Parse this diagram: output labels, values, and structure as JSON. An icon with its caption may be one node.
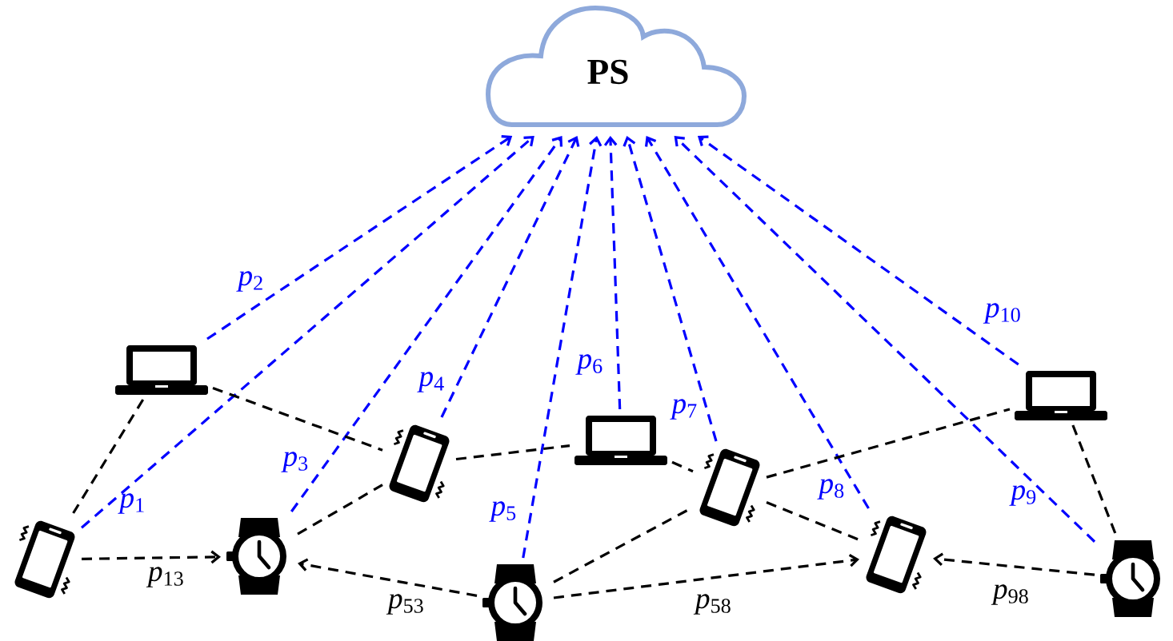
{
  "diagram": {
    "nodes": [
      {
        "text": [
          "PS"
        ]
      },
      {
        "text": [],
        "shape": "phone"
      },
      {
        "text": [],
        "shape": "laptop"
      },
      {
        "text": [],
        "shape": "watch"
      },
      {
        "text": [],
        "shape": "phone"
      },
      {
        "text": [],
        "shape": "watch"
      },
      {
        "text": [],
        "shape": "laptop"
      },
      {
        "text": [],
        "shape": "phone"
      },
      {
        "text": [],
        "shape": "phone"
      },
      {
        "text": [],
        "shape": "laptop"
      },
      {
        "text": [],
        "shape": "watch"
      }
    ],
    "edges": [
      {
        "from": 1,
        "to": 0,
        "arrow": "to",
        "label": "*p*$_{1}$",
        "style": "dashed",
        "color": "#0000ff"
      },
      {
        "from": 2,
        "to": 0,
        "arrow": "to",
        "label": "*p*$_{2}$",
        "style": "dashed",
        "color": "#0000ff"
      },
      {
        "from": 3,
        "to": 0,
        "arrow": "to",
        "label": "*p*$_{3}$",
        "style": "dashed",
        "color": "#0000ff"
      },
      {
        "from": 4,
        "to": 0,
        "arrow": "to",
        "label": "*p*$_{4}$",
        "style": "dashed",
        "color": "#0000ff"
      },
      {
        "from": 5,
        "to": 0,
        "arrow": "to",
        "label": "*p*$_{5}$",
        "style": "dashed",
        "color": "#0000ff"
      },
      {
        "from": 6,
        "to": 0,
        "arrow": "to",
        "label": "*p*$_{6}$",
        "style": "dashed",
        "color": "#0000ff"
      },
      {
        "from": 7,
        "to": 0,
        "arrow": "to",
        "label": "*p*$_{7}$",
        "style": "dashed",
        "color": "#0000ff"
      },
      {
        "from": 8,
        "to": 0,
        "arrow": "to",
        "label": "*p*$_{8}$",
        "style": "dashed",
        "color": "#0000ff"
      },
      {
        "from": 10,
        "to": 0,
        "arrow": "to",
        "label": "*p*$_{9}$",
        "style": "dashed",
        "color": "#0000ff"
      },
      {
        "from": 9,
        "to": 0,
        "arrow": "to",
        "label": "*p*$_{10}$",
        "style": "dashed",
        "color": "#0000ff"
      },
      {
        "from": 1,
        "to": 3,
        "arrow": "to",
        "label": "*p*$_{13}$",
        "style": "dashed"
      },
      {
        "from": 5,
        "to": 3,
        "arrow": "to",
        "label": "*p*$_{53}$",
        "style": "dashed"
      },
      {
        "from": 5,
        "to": 8,
        "arrow": "to",
        "label": "*p*$_{58}$",
        "style": "dashed"
      },
      {
        "from": 10,
        "to": 8,
        "arrow": "to",
        "label": "*p*$_{98}$",
        "style": "dashed"
      },
      {
        "from": 2,
        "to": 1,
        "arrow": "none",
        "style": "dashed"
      },
      {
        "from": 2,
        "to": 4,
        "arrow": "none",
        "style": "dashed"
      },
      {
        "from": 3,
        "to": 4,
        "arrow": "none",
        "style": "dashed"
      },
      {
        "from": 4,
        "to": 6,
        "arrow": "none",
        "style": "dashed"
      },
      {
        "from": 6,
        "to": 7,
        "arrow": "none",
        "style": "dashed"
      },
      {
        "from": 5,
        "to": 7,
        "arrow": "none",
        "style": "dashed"
      },
      {
        "from": 7,
        "to": 9,
        "arrow": "none",
        "style": "dashed"
      },
      {
        "from": 7,
        "to": 8,
        "arrow": "none",
        "style": "dashed"
      },
      {
        "from": 9,
        "to": 10,
        "arrow": "none",
        "style": "dashed"
      }
    ]
  }
}
